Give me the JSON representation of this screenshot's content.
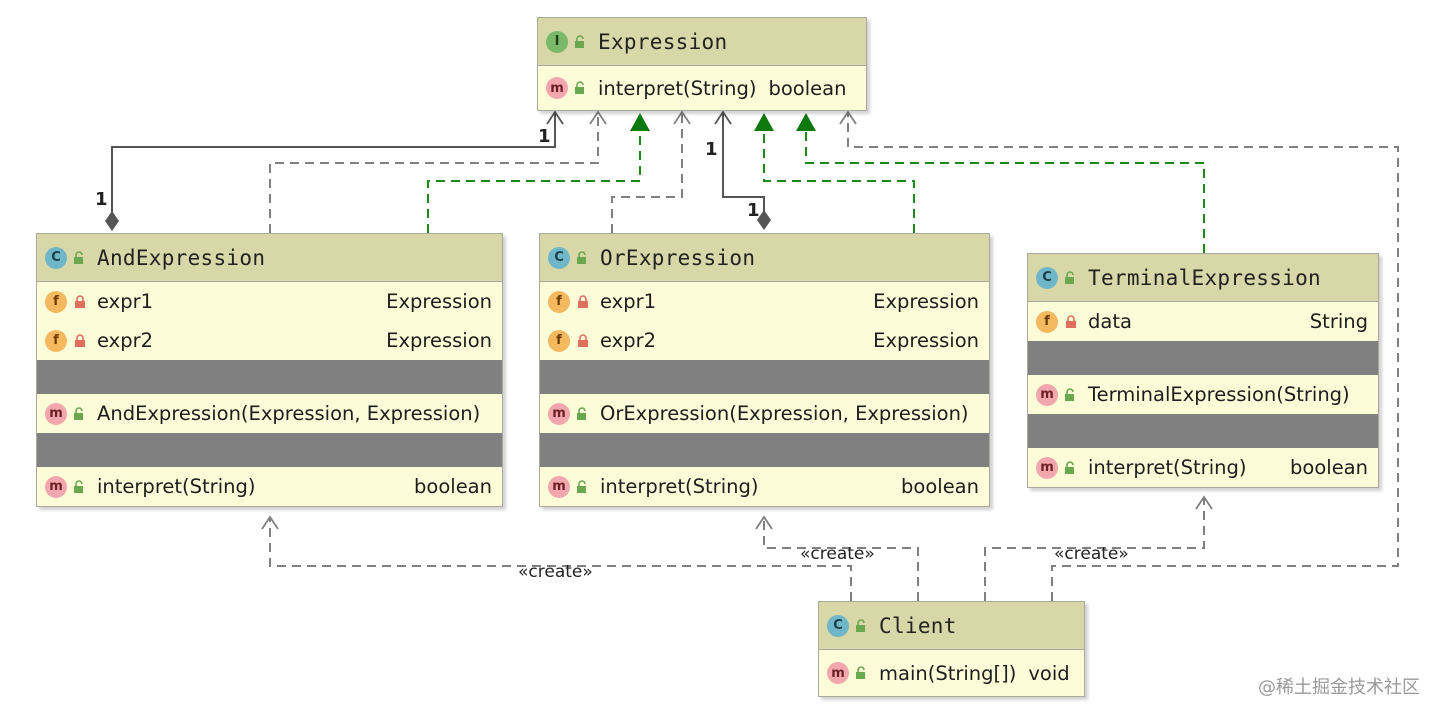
{
  "classes": {
    "expression": {
      "kind_badge": "I",
      "name": "Expression",
      "methods": [
        {
          "badge": "m",
          "name": "interpret(String)",
          "type": "boolean"
        }
      ]
    },
    "and_expression": {
      "kind_badge": "C",
      "name": "AndExpression",
      "fields": [
        {
          "badge": "f",
          "name": "expr1",
          "type": "Expression"
        },
        {
          "badge": "f",
          "name": "expr2",
          "type": "Expression"
        }
      ],
      "constructors": [
        {
          "badge": "m",
          "name": "AndExpression(Expression, Expression)",
          "type": ""
        }
      ],
      "methods": [
        {
          "badge": "m",
          "name": "interpret(String)",
          "type": "boolean"
        }
      ]
    },
    "or_expression": {
      "kind_badge": "C",
      "name": "OrExpression",
      "fields": [
        {
          "badge": "f",
          "name": "expr1",
          "type": "Expression"
        },
        {
          "badge": "f",
          "name": "expr2",
          "type": "Expression"
        }
      ],
      "constructors": [
        {
          "badge": "m",
          "name": "OrExpression(Expression, Expression)",
          "type": ""
        }
      ],
      "methods": [
        {
          "badge": "m",
          "name": "interpret(String)",
          "type": "boolean"
        }
      ]
    },
    "terminal_expression": {
      "kind_badge": "C",
      "name": "TerminalExpression",
      "fields": [
        {
          "badge": "f",
          "name": "data",
          "type": "String"
        }
      ],
      "constructors": [
        {
          "badge": "m",
          "name": "TerminalExpression(String)",
          "type": ""
        }
      ],
      "methods": [
        {
          "badge": "m",
          "name": "interpret(String)",
          "type": "boolean"
        }
      ]
    },
    "client": {
      "kind_badge": "C",
      "name": "Client",
      "methods": [
        {
          "badge": "m",
          "name": "main(String[])",
          "type": "void"
        }
      ]
    }
  },
  "edge_labels": {
    "create_and": "«create»",
    "create_or": "«create»",
    "create_terminal": "«create»"
  },
  "multiplicities": {
    "and_source": "1",
    "and_target": "1",
    "or_source": "1",
    "or_target": "1"
  },
  "colors": {
    "class_body": "#fdfcd9",
    "class_header": "#d7d7a8",
    "separator": "#808080",
    "dependency_line": "#808080",
    "realization_line": "#1a8a1a",
    "association_line": "#555555"
  },
  "watermark": "@稀土掘金技术社区"
}
